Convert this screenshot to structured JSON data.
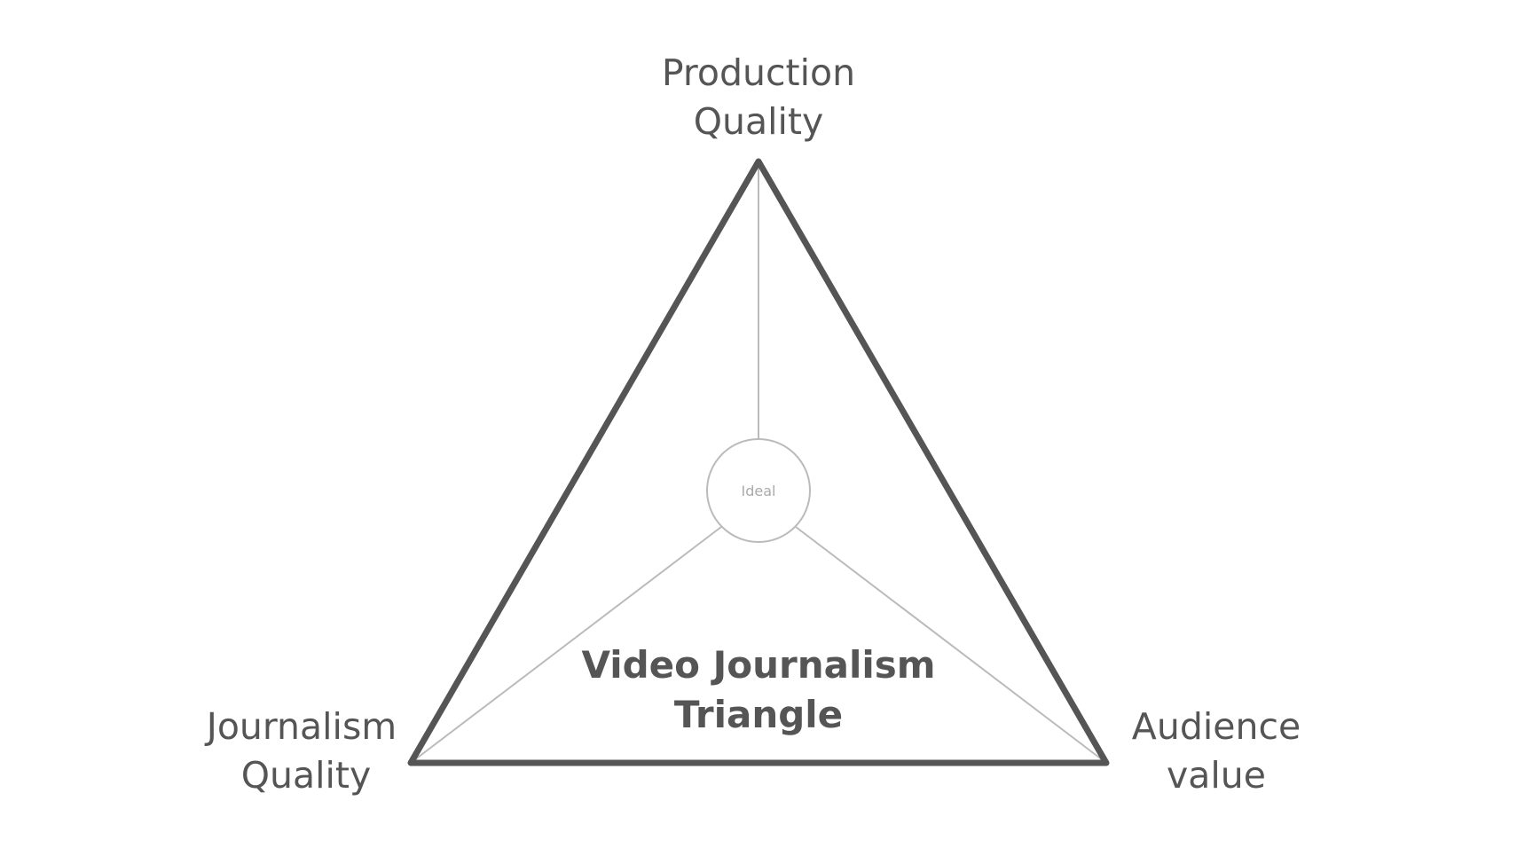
{
  "diagram": {
    "title_line1": "Video Journalism",
    "title_line2": "Triangle",
    "center_label": "Ideal",
    "vertices": {
      "top": {
        "line1": "Production",
        "line2": "Quality"
      },
      "left": {
        "line1": "Journalism",
        "line2": "Quality"
      },
      "right": {
        "line1": "Audience",
        "line2": "value"
      }
    }
  },
  "colors": {
    "outline": "#555555",
    "connector": "#bbbbbb",
    "label_text": "#555555",
    "center_text": "#aaaaaa",
    "background": "#ffffff"
  }
}
